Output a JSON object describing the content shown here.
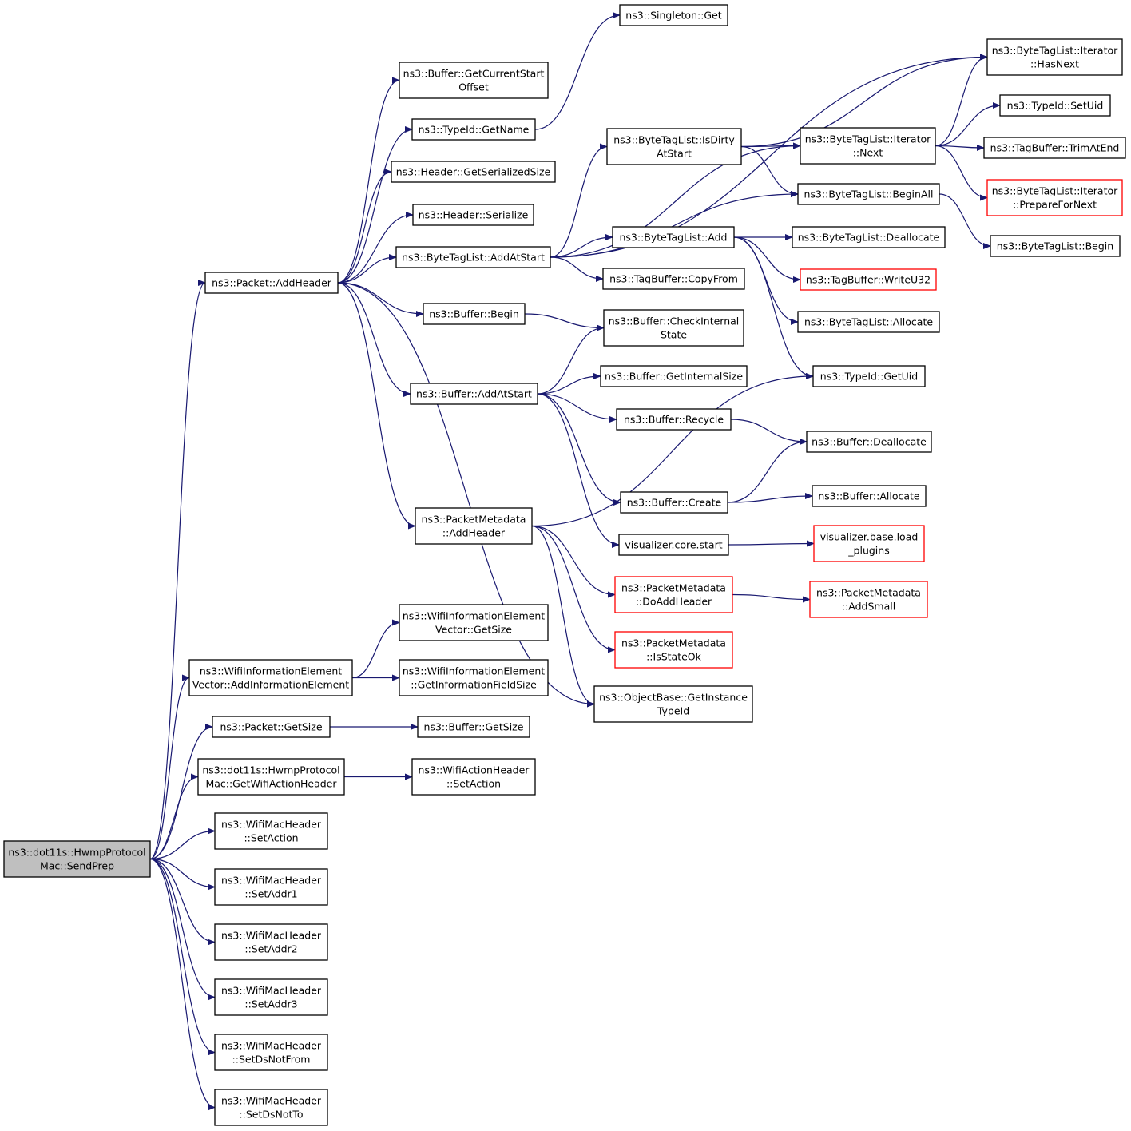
{
  "colors": {
    "edge": "#191970",
    "node_border": "#000000",
    "node_border_truncated": "#ff0000",
    "node_fill": "#ffffff",
    "root_fill": "#bfbfbf"
  },
  "nodes": {
    "root": {
      "lines": [
        "ns3::dot11s::HwmpProtocol",
        "Mac::SendPrep"
      ],
      "root": true
    },
    "pkt_addheader": {
      "lines": [
        "ns3::Packet::AddHeader"
      ]
    },
    "wifi_vec_addie": {
      "lines": [
        "ns3::WifiInformationElement",
        "Vector::AddInformationElement"
      ]
    },
    "pkt_getsize": {
      "lines": [
        "ns3::Packet::GetSize"
      ]
    },
    "hwmp_getwifiactionheader": {
      "lines": [
        "ns3::dot11s::HwmpProtocol",
        "Mac::GetWifiActionHeader"
      ]
    },
    "mac_setaction": {
      "lines": [
        "ns3::WifiMacHeader",
        "::SetAction"
      ]
    },
    "mac_setaddr1": {
      "lines": [
        "ns3::WifiMacHeader",
        "::SetAddr1"
      ]
    },
    "mac_setaddr2": {
      "lines": [
        "ns3::WifiMacHeader",
        "::SetAddr2"
      ]
    },
    "mac_setaddr3": {
      "lines": [
        "ns3::WifiMacHeader",
        "::SetAddr3"
      ]
    },
    "mac_setdsnotfrom": {
      "lines": [
        "ns3::WifiMacHeader",
        "::SetDsNotFrom"
      ]
    },
    "mac_setdsnotto": {
      "lines": [
        "ns3::WifiMacHeader",
        "::SetDsNotTo"
      ]
    },
    "buf_getcurrentstartoffset": {
      "lines": [
        "ns3::Buffer::GetCurrentStart",
        "Offset"
      ]
    },
    "typeid_getname": {
      "lines": [
        "ns3::TypeId::GetName"
      ]
    },
    "header_getserializedsize": {
      "lines": [
        "ns3::Header::GetSerializedSize"
      ]
    },
    "header_serialize": {
      "lines": [
        "ns3::Header::Serialize"
      ]
    },
    "btl_addatstart": {
      "lines": [
        "ns3::ByteTagList::AddAtStart"
      ]
    },
    "buf_begin": {
      "lines": [
        "ns3::Buffer::Begin"
      ]
    },
    "buf_addatstart": {
      "lines": [
        "ns3::Buffer::AddAtStart"
      ]
    },
    "pm_addheader": {
      "lines": [
        "ns3::PacketMetadata",
        "::AddHeader"
      ]
    },
    "wie_vec_getsize": {
      "lines": [
        "ns3::WifiInformationElement",
        "Vector::GetSize"
      ]
    },
    "wie_getinfofieldsize": {
      "lines": [
        "ns3::WifiInformationElement",
        "::GetInformationFieldSize"
      ]
    },
    "buf_getsize": {
      "lines": [
        "ns3::Buffer::GetSize"
      ]
    },
    "wah_setaction": {
      "lines": [
        "ns3::WifiActionHeader",
        "::SetAction"
      ]
    },
    "singleton_get": {
      "lines": [
        "ns3::Singleton::Get"
      ]
    },
    "btl_isdirtyatstart": {
      "lines": [
        "ns3::ByteTagList::IsDirty",
        "AtStart"
      ]
    },
    "btl_add": {
      "lines": [
        "ns3::ByteTagList::Add"
      ]
    },
    "tagbuf_copyfrom": {
      "lines": [
        "ns3::TagBuffer::CopyFrom"
      ]
    },
    "buf_checkinternalstate": {
      "lines": [
        "ns3::Buffer::CheckInternal",
        "State"
      ]
    },
    "buf_getinternalsize": {
      "lines": [
        "ns3::Buffer::GetInternalSize"
      ]
    },
    "buf_recycle": {
      "lines": [
        "ns3::Buffer::Recycle"
      ]
    },
    "buf_create": {
      "lines": [
        "ns3::Buffer::Create"
      ]
    },
    "vis_core_start": {
      "lines": [
        "visualizer.core.start"
      ]
    },
    "pm_doaddheader": {
      "lines": [
        "ns3::PacketMetadata",
        "::DoAddHeader"
      ],
      "truncated": true
    },
    "pm_isstateok": {
      "lines": [
        "ns3::PacketMetadata",
        "::IsStateOk"
      ],
      "truncated": true
    },
    "objbase_getinstancetypeid": {
      "lines": [
        "ns3::ObjectBase::GetInstance",
        "TypeId"
      ]
    },
    "btl_it_hasnext": {
      "lines": [
        "ns3::ByteTagList::Iterator",
        "::HasNext"
      ]
    },
    "btl_it_next": {
      "lines": [
        "ns3::ByteTagList::Iterator",
        "::Next"
      ]
    },
    "btl_beginall": {
      "lines": [
        "ns3::ByteTagList::BeginAll"
      ]
    },
    "btl_deallocate": {
      "lines": [
        "ns3::ByteTagList::Deallocate"
      ]
    },
    "tagbuf_writeu32": {
      "lines": [
        "ns3::TagBuffer::WriteU32"
      ],
      "truncated": true
    },
    "btl_allocate": {
      "lines": [
        "ns3::ByteTagList::Allocate"
      ]
    },
    "typeid_getuid": {
      "lines": [
        "ns3::TypeId::GetUid"
      ]
    },
    "buf_deallocate": {
      "lines": [
        "ns3::Buffer::Deallocate"
      ]
    },
    "buf_allocate": {
      "lines": [
        "ns3::Buffer::Allocate"
      ]
    },
    "vis_base_loadplugins": {
      "lines": [
        "visualizer.base.load",
        "_plugins"
      ],
      "truncated": true
    },
    "pm_addsmall": {
      "lines": [
        "ns3::PacketMetadata",
        "::AddSmall"
      ],
      "truncated": true
    },
    "typeid_setuid": {
      "lines": [
        "ns3::TypeId::SetUid"
      ]
    },
    "tagbuf_trimatend": {
      "lines": [
        "ns3::TagBuffer::TrimAtEnd"
      ]
    },
    "btl_it_preparefornext": {
      "lines": [
        "ns3::ByteTagList::Iterator",
        "::PrepareForNext"
      ],
      "truncated": true
    },
    "btl_begin": {
      "lines": [
        "ns3::ByteTagList::Begin"
      ]
    }
  },
  "edges": [
    {
      "from": "root",
      "to": "pkt_addheader"
    },
    {
      "from": "root",
      "to": "wifi_vec_addie"
    },
    {
      "from": "root",
      "to": "pkt_getsize"
    },
    {
      "from": "root",
      "to": "hwmp_getwifiactionheader"
    },
    {
      "from": "root",
      "to": "mac_setaction"
    },
    {
      "from": "root",
      "to": "mac_setaddr1"
    },
    {
      "from": "root",
      "to": "mac_setaddr2"
    },
    {
      "from": "root",
      "to": "mac_setaddr3"
    },
    {
      "from": "root",
      "to": "mac_setdsnotfrom"
    },
    {
      "from": "root",
      "to": "mac_setdsnotto"
    },
    {
      "from": "pkt_addheader",
      "to": "buf_getcurrentstartoffset"
    },
    {
      "from": "pkt_addheader",
      "to": "typeid_getname"
    },
    {
      "from": "pkt_addheader",
      "to": "header_getserializedsize"
    },
    {
      "from": "pkt_addheader",
      "to": "header_serialize"
    },
    {
      "from": "pkt_addheader",
      "to": "btl_addatstart"
    },
    {
      "from": "pkt_addheader",
      "to": "buf_begin"
    },
    {
      "from": "pkt_addheader",
      "to": "buf_addatstart"
    },
    {
      "from": "pkt_addheader",
      "to": "pm_addheader"
    },
    {
      "from": "pkt_addheader",
      "to": "objbase_getinstancetypeid"
    },
    {
      "from": "wifi_vec_addie",
      "to": "wie_vec_getsize"
    },
    {
      "from": "wifi_vec_addie",
      "to": "wie_getinfofieldsize"
    },
    {
      "from": "pkt_getsize",
      "to": "buf_getsize"
    },
    {
      "from": "hwmp_getwifiactionheader",
      "to": "wah_setaction"
    },
    {
      "from": "typeid_getname",
      "to": "singleton_get"
    },
    {
      "from": "btl_addatstart",
      "to": "btl_isdirtyatstart"
    },
    {
      "from": "btl_addatstart",
      "to": "btl_it_hasnext"
    },
    {
      "from": "btl_addatstart",
      "to": "btl_it_next"
    },
    {
      "from": "btl_addatstart",
      "to": "btl_beginall"
    },
    {
      "from": "btl_addatstart",
      "to": "btl_add"
    },
    {
      "from": "btl_addatstart",
      "to": "tagbuf_copyfrom"
    },
    {
      "from": "buf_begin",
      "to": "buf_checkinternalstate"
    },
    {
      "from": "buf_addatstart",
      "to": "buf_checkinternalstate"
    },
    {
      "from": "buf_addatstart",
      "to": "buf_getinternalsize"
    },
    {
      "from": "buf_addatstart",
      "to": "buf_recycle"
    },
    {
      "from": "buf_addatstart",
      "to": "buf_create"
    },
    {
      "from": "buf_addatstart",
      "to": "vis_core_start"
    },
    {
      "from": "pm_addheader",
      "to": "typeid_getuid"
    },
    {
      "from": "pm_addheader",
      "to": "pm_doaddheader"
    },
    {
      "from": "pm_addheader",
      "to": "pm_isstateok"
    },
    {
      "from": "pm_addheader",
      "to": "objbase_getinstancetypeid"
    },
    {
      "from": "btl_isdirtyatstart",
      "to": "btl_it_hasnext"
    },
    {
      "from": "btl_isdirtyatstart",
      "to": "btl_it_next"
    },
    {
      "from": "btl_isdirtyatstart",
      "to": "btl_beginall"
    },
    {
      "from": "btl_add",
      "to": "btl_deallocate"
    },
    {
      "from": "btl_add",
      "to": "tagbuf_writeu32"
    },
    {
      "from": "btl_add",
      "to": "btl_allocate"
    },
    {
      "from": "btl_add",
      "to": "typeid_getuid"
    },
    {
      "from": "btl_it_next",
      "to": "btl_it_hasnext"
    },
    {
      "from": "btl_it_next",
      "to": "typeid_setuid"
    },
    {
      "from": "btl_it_next",
      "to": "tagbuf_trimatend"
    },
    {
      "from": "btl_it_next",
      "to": "btl_it_preparefornext"
    },
    {
      "from": "btl_beginall",
      "to": "btl_begin"
    },
    {
      "from": "buf_recycle",
      "to": "buf_deallocate"
    },
    {
      "from": "buf_create",
      "to": "buf_deallocate"
    },
    {
      "from": "buf_create",
      "to": "buf_allocate"
    },
    {
      "from": "vis_core_start",
      "to": "vis_base_loadplugins"
    },
    {
      "from": "pm_doaddheader",
      "to": "pm_addsmall"
    }
  ]
}
